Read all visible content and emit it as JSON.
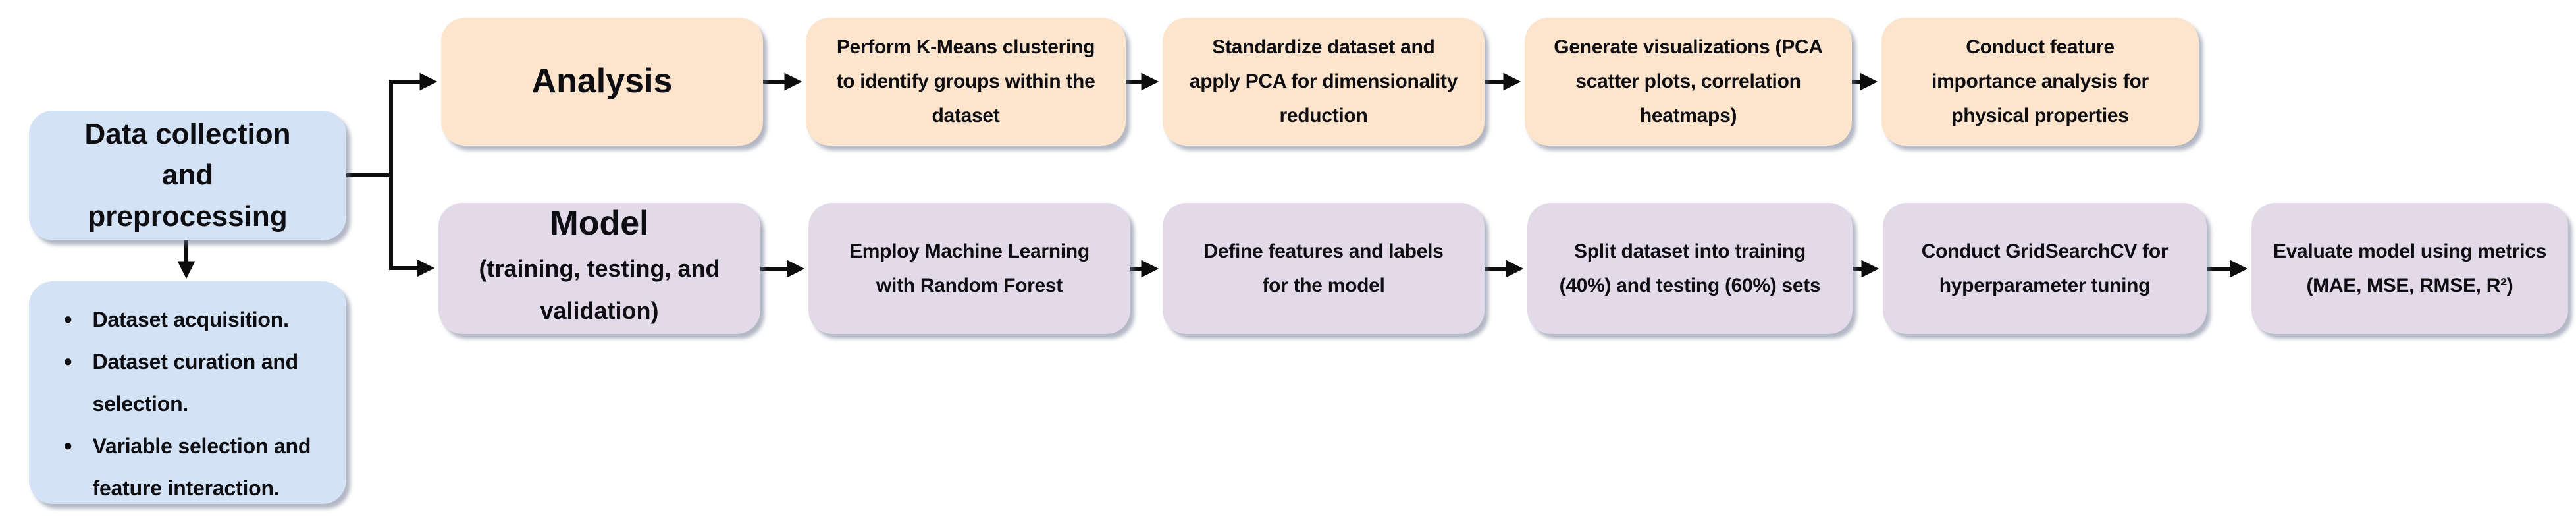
{
  "flow": {
    "root": {
      "title": "Data collection\nand\npreprocessing"
    },
    "preprocessing": {
      "bullet_glyph": "●",
      "bullets": [
        "Dataset acquisition.",
        "Dataset curation and\nselection.",
        "Variable selection and\nfeature interaction."
      ]
    },
    "analysis": {
      "title": "Analysis",
      "steps": [
        "Perform K-Means clustering\nto identify groups within the\ndataset",
        "Standardize dataset and\napply PCA for dimensionality\nreduction",
        "Generate visualizations (PCA\nscatter plots, correlation\nheatmaps)",
        "Conduct feature\nimportance analysis for\nphysical properties"
      ]
    },
    "model": {
      "title": "Model",
      "subtitle": "(training, testing, and\nvalidation)",
      "steps": [
        "Employ Machine Learning\nwith Random Forest",
        "Define features and labels\nfor the model",
        "Split dataset into training\n(40%) and testing (60%) sets",
        "Conduct GridSearchCV for\nhyperparameter tuning",
        "Evaluate model using metrics\n(MAE, MSE, RMSE, R²)"
      ]
    },
    "colors": {
      "root_fill": "#d3e2f4",
      "analysis_fill": "#fde5cd",
      "model_fill": "#e2dae9",
      "arrow": "#0d0d0d",
      "text": "#0d0d12"
    }
  }
}
